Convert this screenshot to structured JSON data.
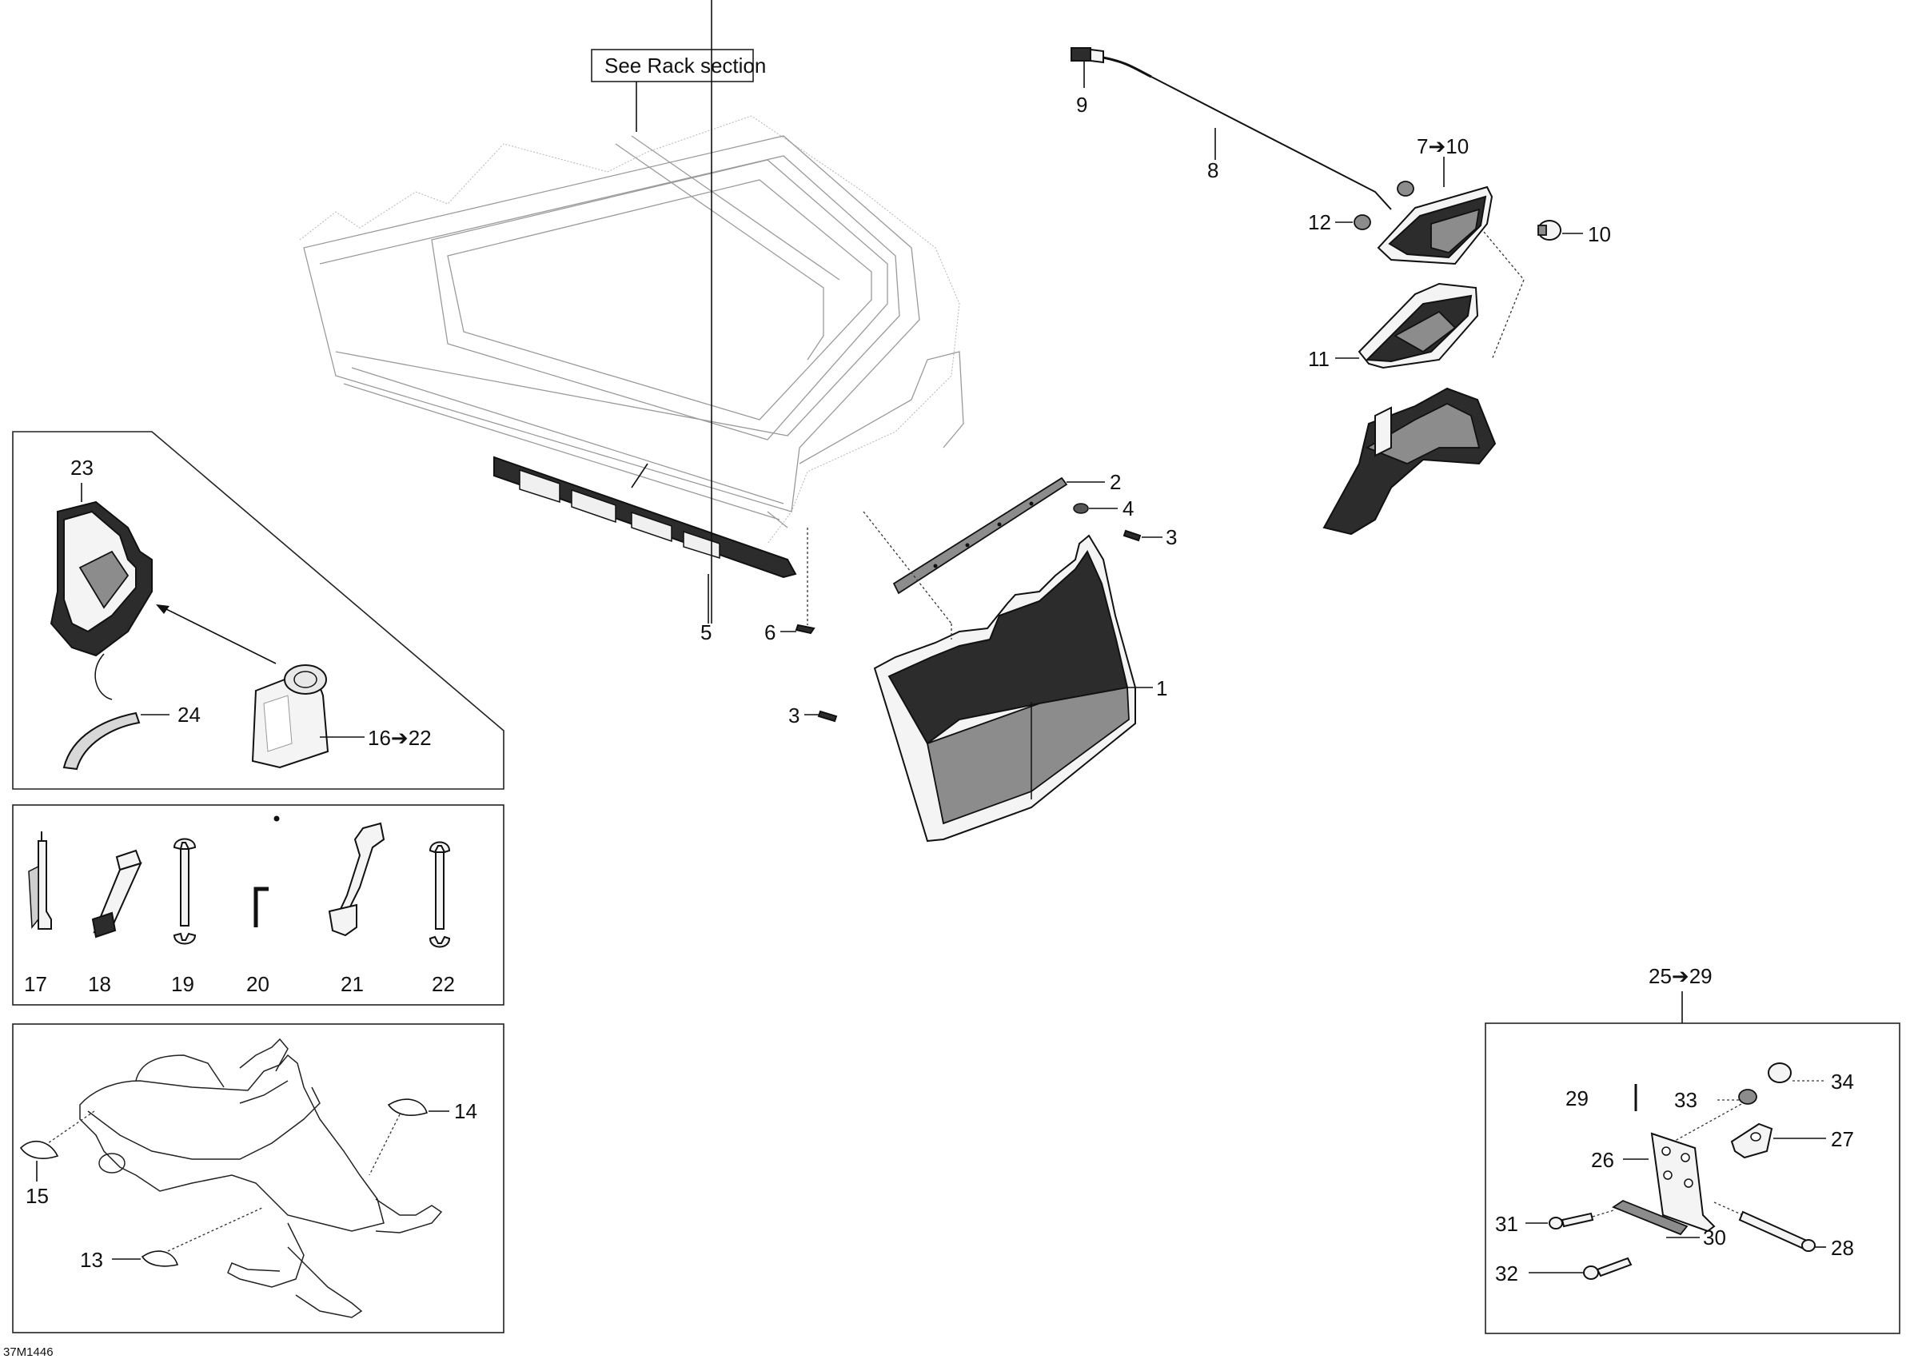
{
  "diagram": {
    "drawing_code": "37M1446",
    "rack_note": "See Rack section",
    "callouts": {
      "c1": "1",
      "c2": "2",
      "c3a": "3",
      "c3b": "3",
      "c4": "4",
      "c5": "5",
      "c6": "6",
      "c7_10": "7➔10",
      "c8": "8",
      "c9": "9",
      "c10": "10",
      "c11": "11",
      "c12": "12",
      "c13": "13",
      "c14": "14",
      "c15": "15",
      "c16_22": "16➔22",
      "c17": "17",
      "c18": "18",
      "c19": "19",
      "c20": "20",
      "c21": "21",
      "c22": "22",
      "c23": "23",
      "c24": "24",
      "c25_29": "25➔29",
      "c26": "26",
      "c27": "27",
      "c28": "28",
      "c29": "29",
      "c30": "30",
      "c31": "31",
      "c32": "32",
      "c33": "33",
      "c34": "34"
    }
  }
}
